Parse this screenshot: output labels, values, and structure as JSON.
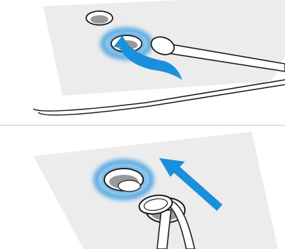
{
  "figure": {
    "panels": [
      {
        "id": "step-1",
        "depicts": [
          "device-surface",
          "mounting-hole-upper",
          "sensor-hole-highlighted",
          "cotton-swab",
          "circular-wipe-arrow",
          "device-cable"
        ],
        "motion": "circular"
      },
      {
        "id": "step-2",
        "depicts": [
          "device-surface",
          "sensor-hole-highlighted",
          "mounting-hole-lower",
          "cotton-swab",
          "straight-wipe-arrow"
        ],
        "motion": "straight"
      }
    ]
  },
  "colors": {
    "page_background": "#ffffff",
    "surface_fill": "#ececec",
    "outline": "#1a1a1a",
    "hole_gray": "#999999",
    "glow_blue": "#1e8fe0",
    "arrow_blue": "#1a90dc",
    "swab_white": "#ffffff",
    "divider": "#c8c8c8"
  },
  "icons": {
    "wipe_circular": "curved-arrow-icon",
    "wipe_straight": "straight-arrow-icon"
  }
}
